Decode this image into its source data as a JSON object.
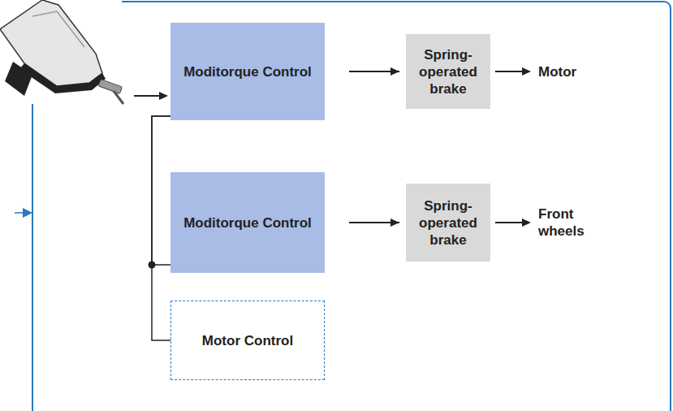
{
  "diagram": {
    "nodes": [
      {
        "text": [
          "Moditorque Control"
        ]
      },
      {
        "text": [
          "Spring-operated brake"
        ]
      },
      {
        "text": [
          "Moditorque Control"
        ]
      },
      {
        "text": [
          "Spring-operated brake"
        ]
      },
      {
        "text": [
          "Motor Control"
        ]
      }
    ],
    "edges": [
      {
        "from": 0,
        "to": 1,
        "arrow": "to"
      },
      {
        "from": 2,
        "to": 3,
        "arrow": "to"
      },
      {
        "from": 0,
        "to": 2,
        "arrow": "none"
      },
      {
        "from": 0,
        "to": 4,
        "arrow": "none"
      }
    ],
    "labels": [
      "Motor",
      "Front wheels"
    ]
  }
}
